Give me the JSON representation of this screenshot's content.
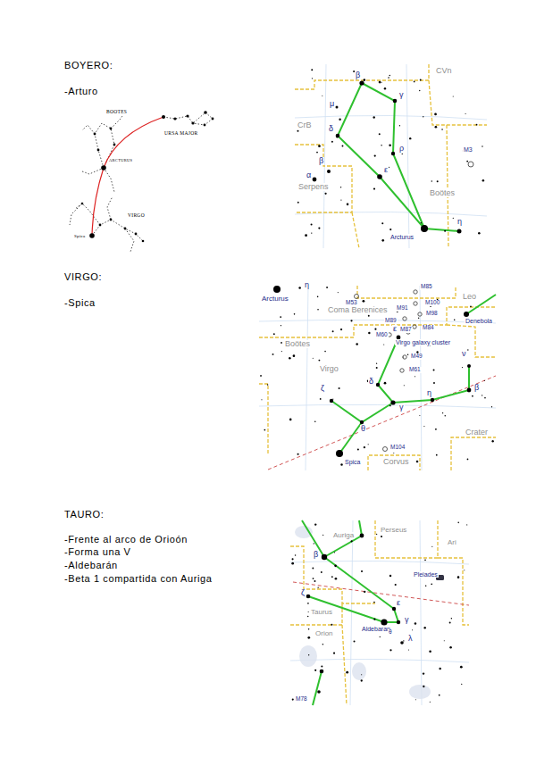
{
  "diagram": {
    "labels": [
      "BOYERO:",
      "-Arturo",
      "BOOTES",
      "URSA MAJOR",
      "ARCTURUS",
      "VIRGO",
      "Spica",
      "CVn",
      "μ",
      "CrB",
      "β",
      "γ",
      "δ",
      "ρ",
      "M3",
      "β",
      "ε",
      "α",
      "Serpens",
      "Boötes",
      "Arcturus",
      "η",
      "VIRGO:",
      "-Spica",
      "Arcturus",
      "η",
      "M53",
      "M85",
      "Coma Berenices",
      "M91",
      "M100",
      "M98",
      "Leo",
      "Denebola",
      "M89",
      "M87",
      "M84",
      "ε",
      "M60",
      "Virgo galaxy cluster",
      "Boötes",
      "M49",
      "Virgo",
      "M61",
      "ν",
      "δ",
      "ζ",
      "γ",
      "η",
      "β",
      "θ",
      "Crater",
      "M104",
      "Spica",
      "Corvus",
      "TAURO:",
      "-Frente al arco de Orioón",
      "-Forma una V",
      "-Aldebarán",
      "-Beta 1 compartida con Auriga",
      "Perseus",
      "Ari",
      "Auriga",
      "β",
      "Pleiades",
      "ζ",
      "ε",
      "Taurus",
      "Aldebaran",
      "γ",
      "θ",
      "Orion",
      "λ",
      "M78"
    ]
  }
}
